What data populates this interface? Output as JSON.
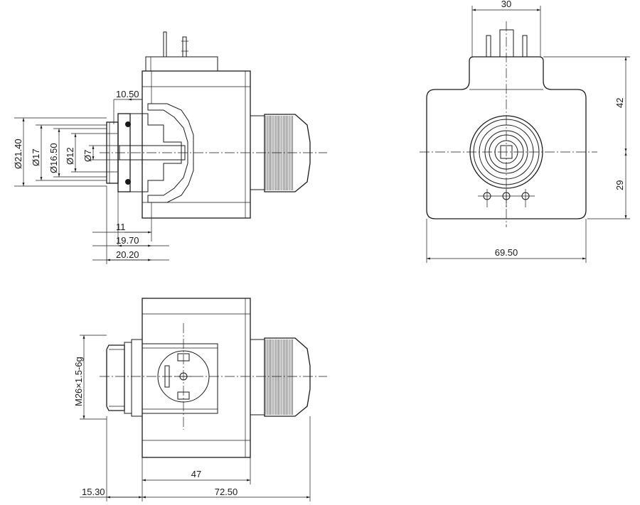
{
  "front_view": {
    "dim_10_50": "10.50",
    "dim_d21_40": "Ø21.40",
    "dim_d17": "Ø17",
    "dim_d16_50": "Ø16.50",
    "dim_d12": "Ø12",
    "dim_d7": "Ø7",
    "dim_11": "11",
    "dim_19_70": "19.70",
    "dim_20_20": "20.20"
  },
  "side_view": {
    "dim_30": "30",
    "dim_42": "42",
    "dim_29": "29",
    "dim_69_50": "69.50"
  },
  "top_view": {
    "thread_label": "M26×1.5-6g",
    "dim_47": "47",
    "dim_15_30": "15.30",
    "dim_72_50": "72.50"
  }
}
